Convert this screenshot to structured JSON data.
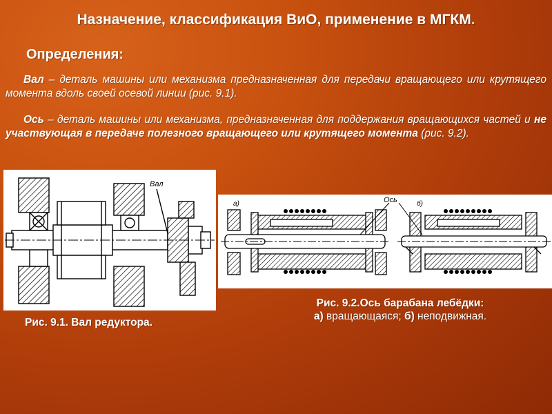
{
  "title": {
    "text": "Назначение, классификация ВиО, применение в МГКМ",
    "trailing_dot": "."
  },
  "definitions_heading": "Определения:",
  "shaft_definition": {
    "term": "Вал",
    "text": " – деталь машины или механизма предназначенная для передачи вращающего или крутящего момента вдоль своей осевой линии (рис. 9.1)."
  },
  "axle_definition": {
    "term": "Ось",
    "text_before": " – деталь машины или механизма, предназначенная для поддержания вращающихся частей и ",
    "emphasis": "не участвующая в передаче полезного вращающего или крутящего момента",
    "text_after": "  (рис. 9.2)."
  },
  "figure_9_1": {
    "drawing_label": "Вал",
    "caption": "Рис. 9.1. Вал редуктора."
  },
  "figure_9_2": {
    "label_a": "а)",
    "label_b": "б)",
    "drawing_label": "Ось",
    "caption_title": "Рис. 9.2.Ось барабана лебёдки:",
    "caption_a_marker": "а)",
    "caption_a_text": " вращающаяся; ",
    "caption_b_marker": "б)",
    "caption_b_text": " неподвижная."
  },
  "colors": {
    "background_light": "#d7621a",
    "background_dark": "#8e2a05",
    "text": "#ffffff",
    "figure_background": "#ffffff",
    "drawing_ink": "#000000"
  }
}
